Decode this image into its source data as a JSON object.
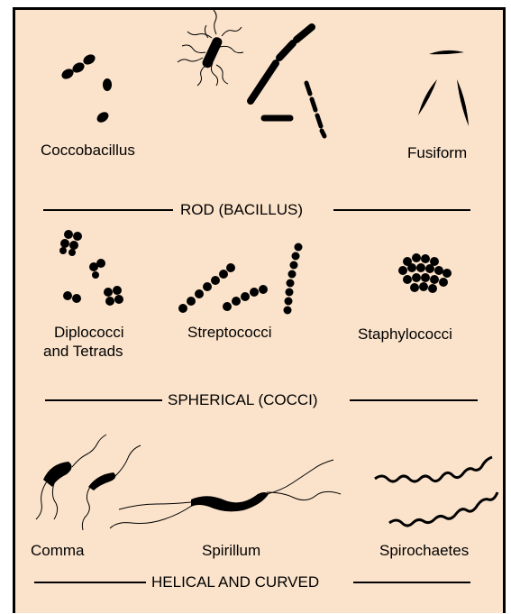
{
  "sections": {
    "rod": "ROD (BACILLUS)",
    "spherical": "SPHERICAL (COCCI)",
    "helical": "HELICAL AND CURVED"
  },
  "labels": {
    "coccobacillus": "Coccobacillus",
    "fusiform": "Fusiform",
    "diplococci_line1": "Diplococci",
    "diplococci_line2": "and Tetrads",
    "streptococci": "Streptococci",
    "staphylococci": "Staphylococci",
    "comma": "Comma",
    "spirillum": "Spirillum",
    "spirochaetes": "Spirochaetes"
  }
}
